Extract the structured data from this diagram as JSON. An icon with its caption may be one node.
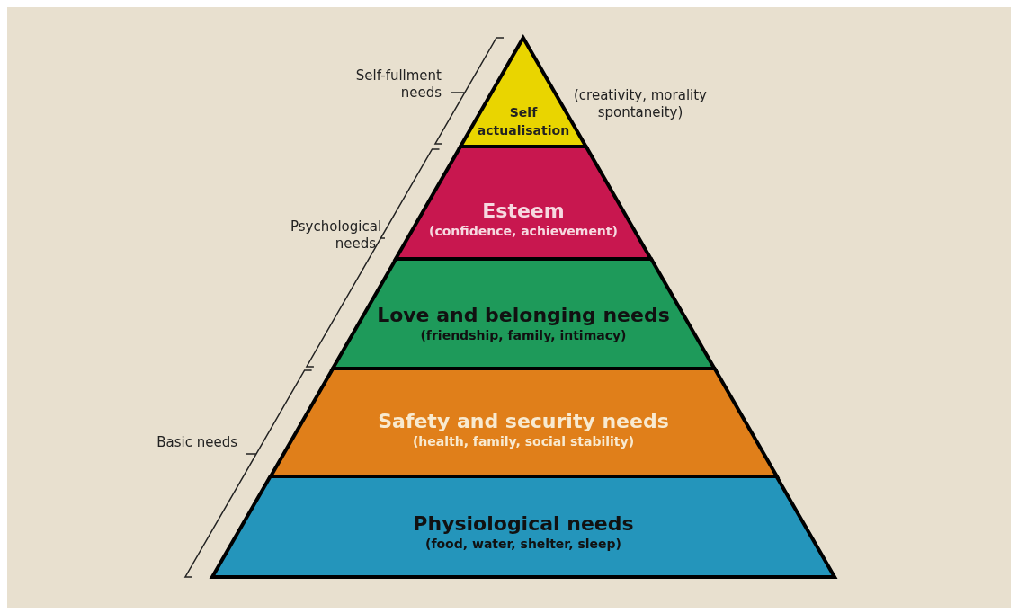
{
  "diagram": {
    "nodes": [
      {
        "text": [
          "Self actualisation"
        ],
        "beside": [
          "(creativity, morality spontaneity)"
        ]
      },
      {
        "text": [
          "Esteem",
          "(confidence, achievement)"
        ]
      },
      {
        "text": [
          "Love and belonging needs",
          "(friendship, family, intimacy)"
        ]
      },
      {
        "text": [
          "Safety and security needs",
          "(health, family, social stability)"
        ]
      },
      {
        "text": [
          "Physiological needs",
          "(food, water, shelter, sleep)"
        ]
      }
    ],
    "labels": [
      "Self-fullment needs",
      "Psychological needs",
      "Basic needs"
    ]
  }
}
